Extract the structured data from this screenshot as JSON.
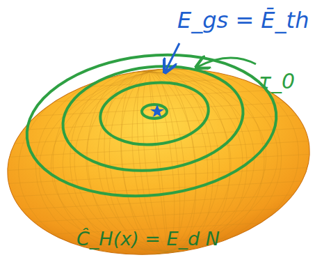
{
  "diagram": {
    "labels": [
      "E_gs = Ē_th",
      "τ_0",
      "Ĉ_H(x) = E_d N"
    ]
  }
}
